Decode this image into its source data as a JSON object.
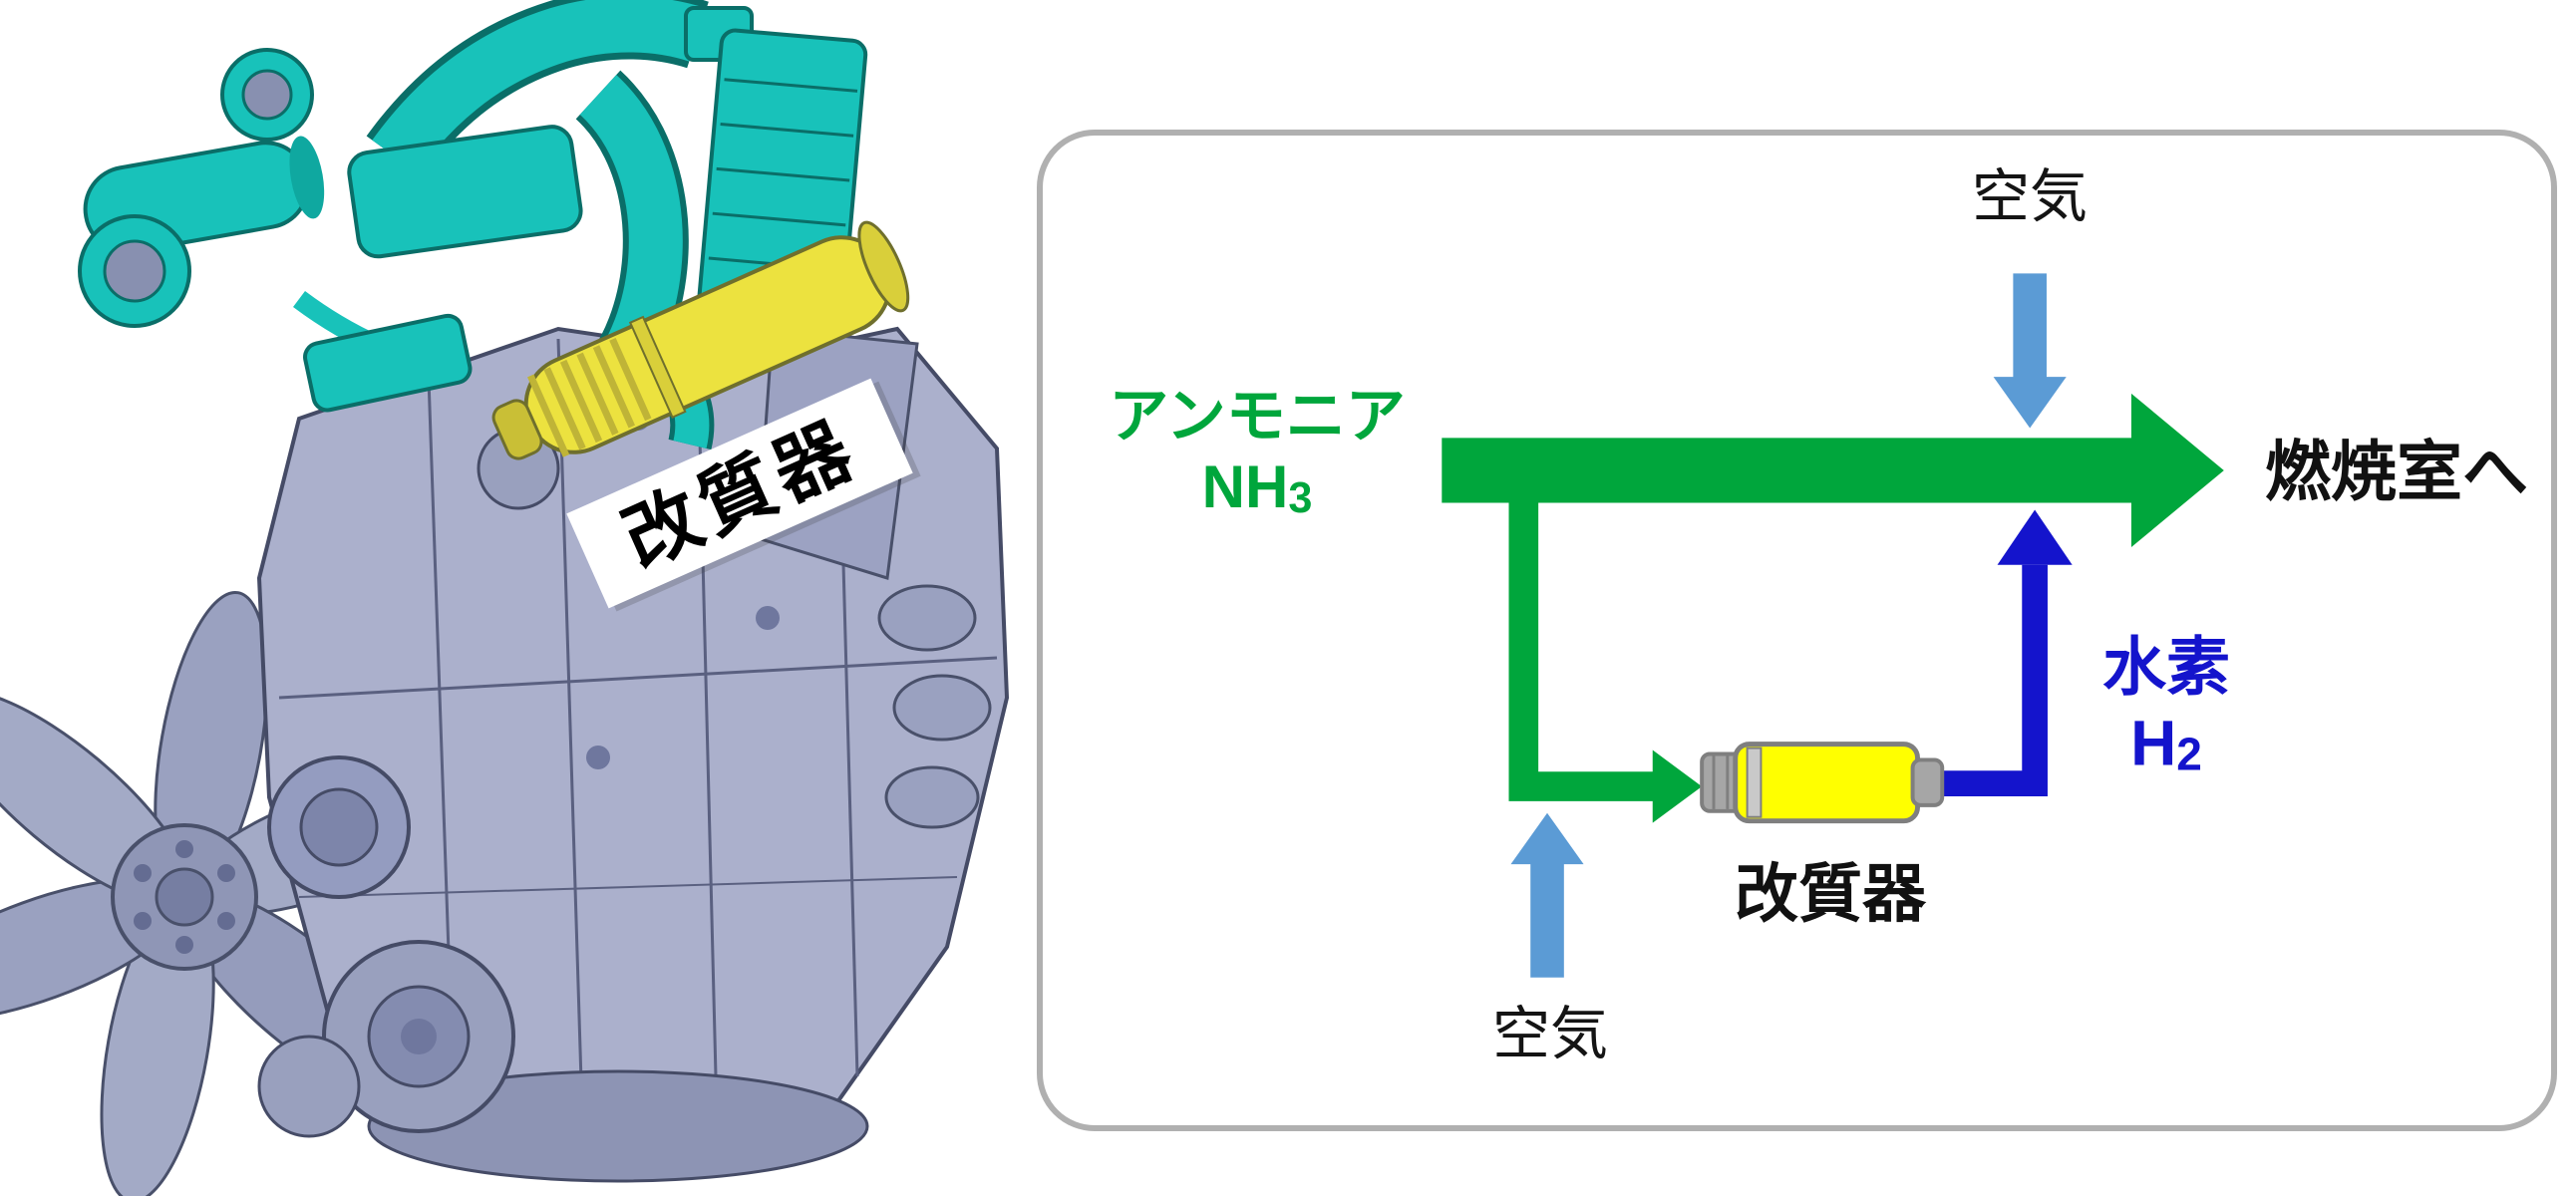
{
  "engine": {
    "banner_label": "改質器"
  },
  "diagram": {
    "air_top_label": "空気",
    "air_bottom_label": "空気",
    "ammonia_label": "アンモニア",
    "ammonia_formula": "NH",
    "ammonia_formula_sub": "3",
    "combustion_label": "燃焼室へ",
    "reformer_label": "改質器",
    "hydrogen_label": "水素",
    "hydrogen_formula": "H",
    "hydrogen_formula_sub": "2",
    "colors": {
      "ammonia_green": "#00a63c",
      "air_blue": "#5b9bd5",
      "hydrogen_blue": "#1414cc",
      "reformer_yellow": "#ffff00",
      "frame_border": "#b0b0b0"
    }
  }
}
